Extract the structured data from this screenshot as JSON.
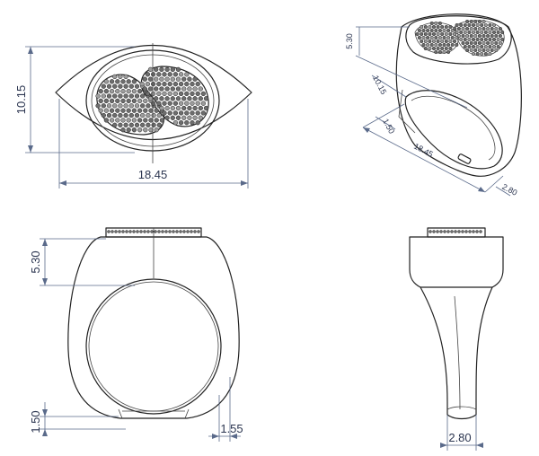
{
  "dimensions": {
    "top_view_height": "10.15",
    "top_view_width": "18.45",
    "front_view_top": "5.30",
    "front_view_bottom": "1.50",
    "front_view_band": "1.55",
    "side_view_band": "2.80",
    "iso_top": "5.30",
    "iso_height": "10.15",
    "iso_width": "18.45",
    "iso_band": "1.50",
    "iso_band_right": "2.80"
  },
  "colors": {
    "line": "#222222",
    "dimension": "#5a6a8a",
    "stone": "#6d6d6d"
  }
}
